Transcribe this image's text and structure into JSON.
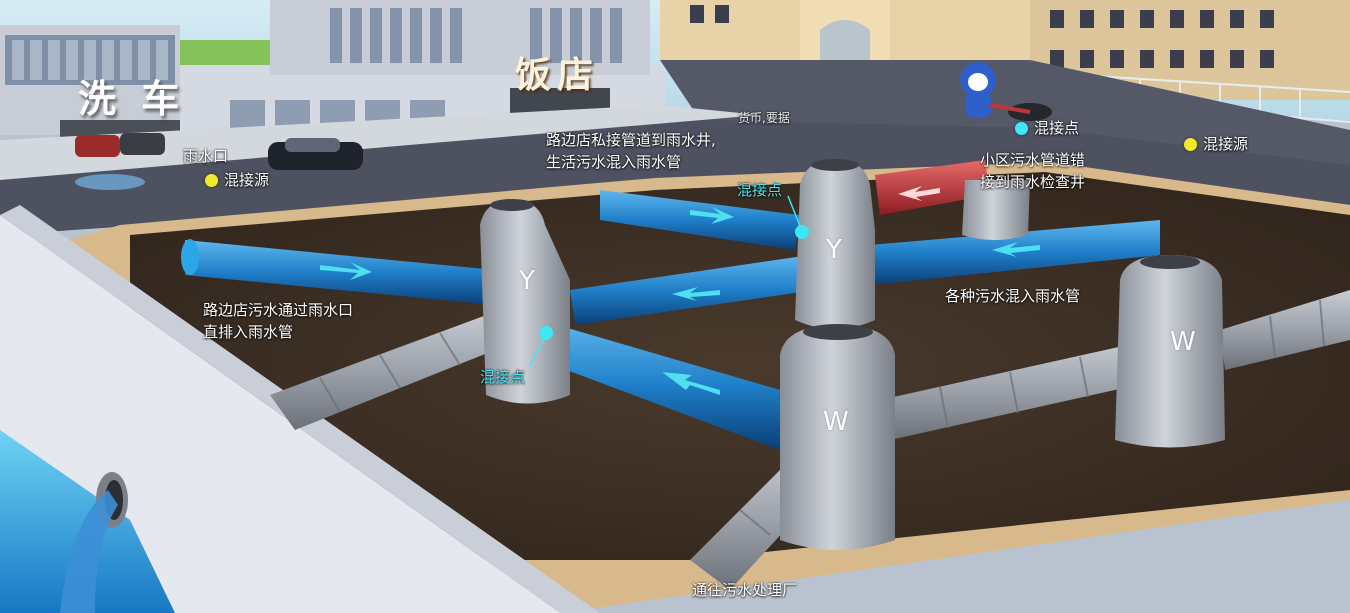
{
  "signs": {
    "car_wash": "洗 车",
    "restaurant": "饭店"
  },
  "labels": {
    "stormwater_inlet": "雨水口",
    "roadside_shop_private": [
      "路边店私接管道到雨水井,",
      "生活污水混入雨水管"
    ],
    "community_misconnect": [
      "小区污水管道错",
      "接到雨水检查井"
    ],
    "various_sewage": "各种污水混入雨水管",
    "roadside_shop_direct": [
      "路边店污水通过雨水口",
      "直排入雨水管"
    ],
    "to_plant": "通往污水处理厂",
    "watermark": "货币,要据"
  },
  "legend": {
    "source": "混接源",
    "point": "混接点"
  },
  "well_tags": {
    "rain": "Y",
    "sewage": "W"
  },
  "colors": {
    "rain_pipe": "#1f7fc8",
    "misconnect_pipe": "#c0343c",
    "source_dot": "#f4ea2a",
    "point_dot": "#3fe6f5",
    "grey_pipe": "#8e939c",
    "soil": "#3d2f25"
  }
}
